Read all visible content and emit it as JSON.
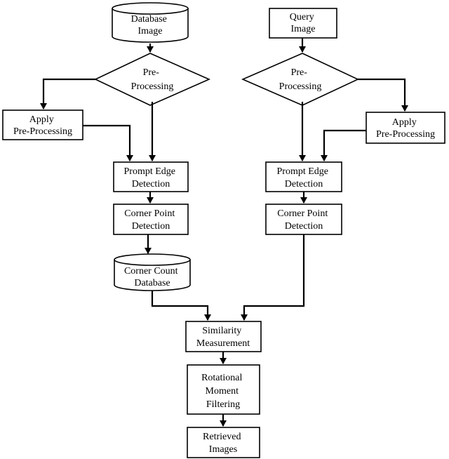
{
  "nodes": {
    "database_image": {
      "lines": [
        "Database",
        "Image"
      ]
    },
    "query_image": {
      "lines": [
        "Query",
        "Image"
      ]
    },
    "preprocessing_left": {
      "lines": [
        "Pre-",
        "Processing"
      ]
    },
    "preprocessing_right": {
      "lines": [
        "Pre-",
        "Processing"
      ]
    },
    "apply_preprocessing_left": {
      "lines": [
        "Apply",
        "Pre-Processing"
      ]
    },
    "apply_preprocessing_right": {
      "lines": [
        "Apply",
        "Pre-Processing"
      ]
    },
    "prompt_edge_left": {
      "lines": [
        "Prompt Edge",
        "Detection"
      ]
    },
    "prompt_edge_right": {
      "lines": [
        "Prompt Edge",
        "Detection"
      ]
    },
    "corner_point_left": {
      "lines": [
        "Corner Point",
        "Detection"
      ]
    },
    "corner_point_right": {
      "lines": [
        "Corner Point",
        "Detection"
      ]
    },
    "corner_count_db": {
      "lines": [
        "Corner Count",
        "Database"
      ]
    },
    "similarity": {
      "lines": [
        "Similarity",
        "Measurement"
      ]
    },
    "rotational": {
      "lines": [
        "Rotational",
        "Moment",
        "Filtering"
      ]
    },
    "retrieved": {
      "lines": [
        "Retrieved",
        "Images"
      ]
    }
  },
  "colors": {
    "stroke": "#000000",
    "fill": "#ffffff",
    "text": "#000000"
  }
}
